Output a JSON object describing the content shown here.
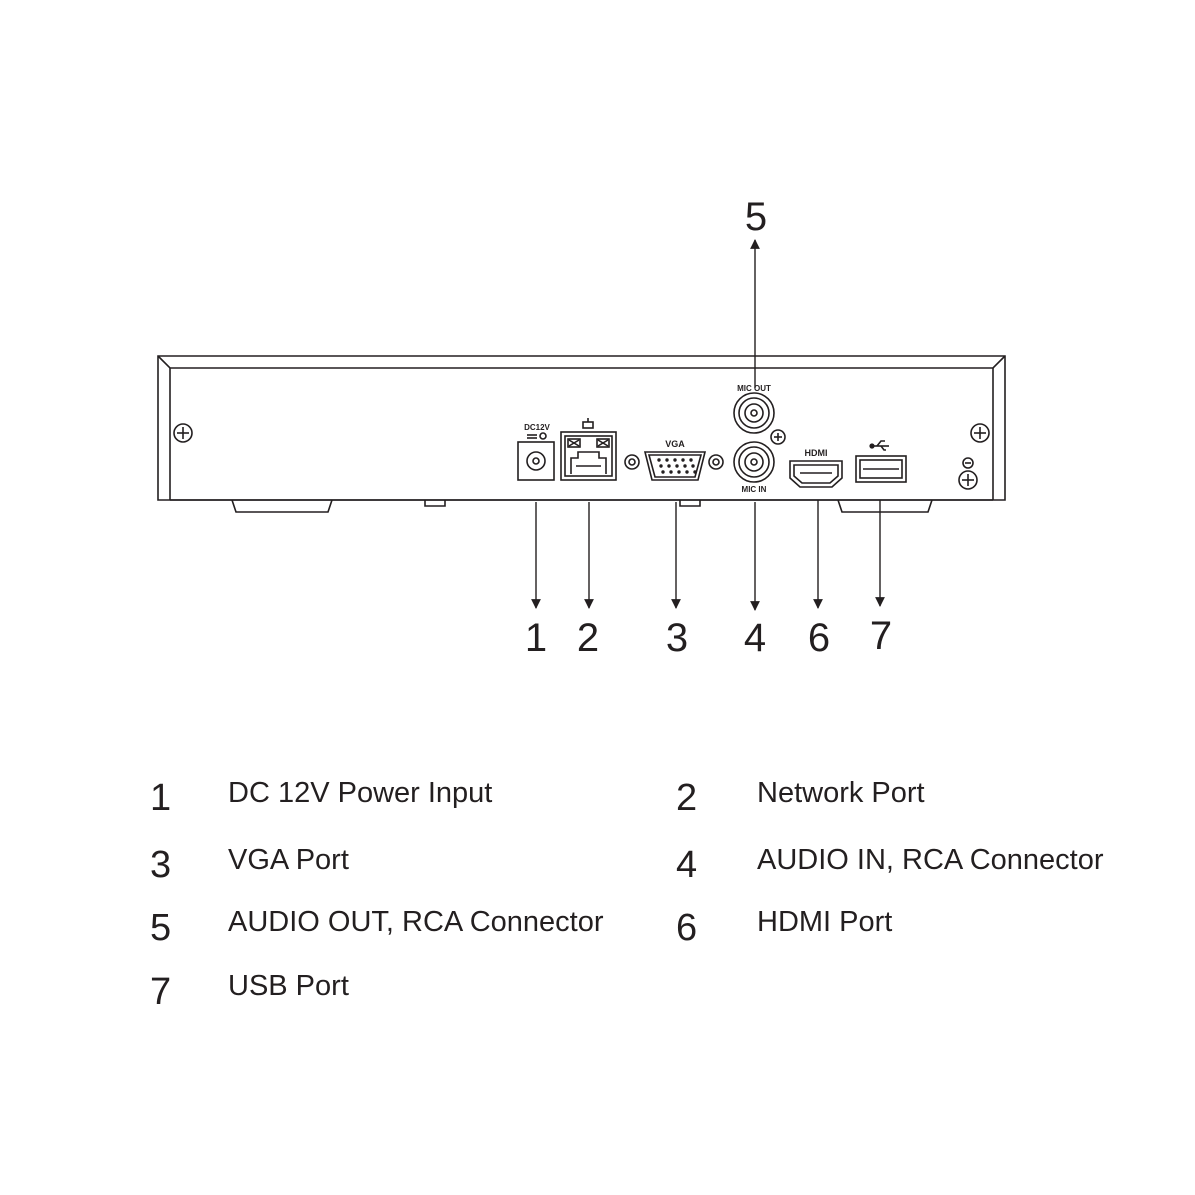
{
  "callouts": [
    {
      "number": "1",
      "port": "dc12v-power"
    },
    {
      "number": "2",
      "port": "network"
    },
    {
      "number": "3",
      "port": "vga"
    },
    {
      "number": "4",
      "port": "mic-in"
    },
    {
      "number": "5",
      "port": "mic-out"
    },
    {
      "number": "6",
      "port": "hdmi"
    },
    {
      "number": "7",
      "port": "usb"
    }
  ],
  "panel_labels": {
    "dc": "DC12V",
    "vga": "VGA",
    "mic_out": "MIC OUT",
    "mic_in": "MIC IN",
    "hdmi": "HDMI"
  },
  "legend": [
    {
      "number": "1",
      "label": "DC 12V Power Input"
    },
    {
      "number": "2",
      "label": "Network Port"
    },
    {
      "number": "3",
      "label": "VGA Port"
    },
    {
      "number": "4",
      "label": "AUDIO IN, RCA Connector"
    },
    {
      "number": "5",
      "label": "AUDIO OUT, RCA Connector"
    },
    {
      "number": "6",
      "label": "HDMI Port"
    },
    {
      "number": "7",
      "label": "USB Port"
    }
  ],
  "colors": {
    "line": "#231f20",
    "background": "#ffffff"
  }
}
